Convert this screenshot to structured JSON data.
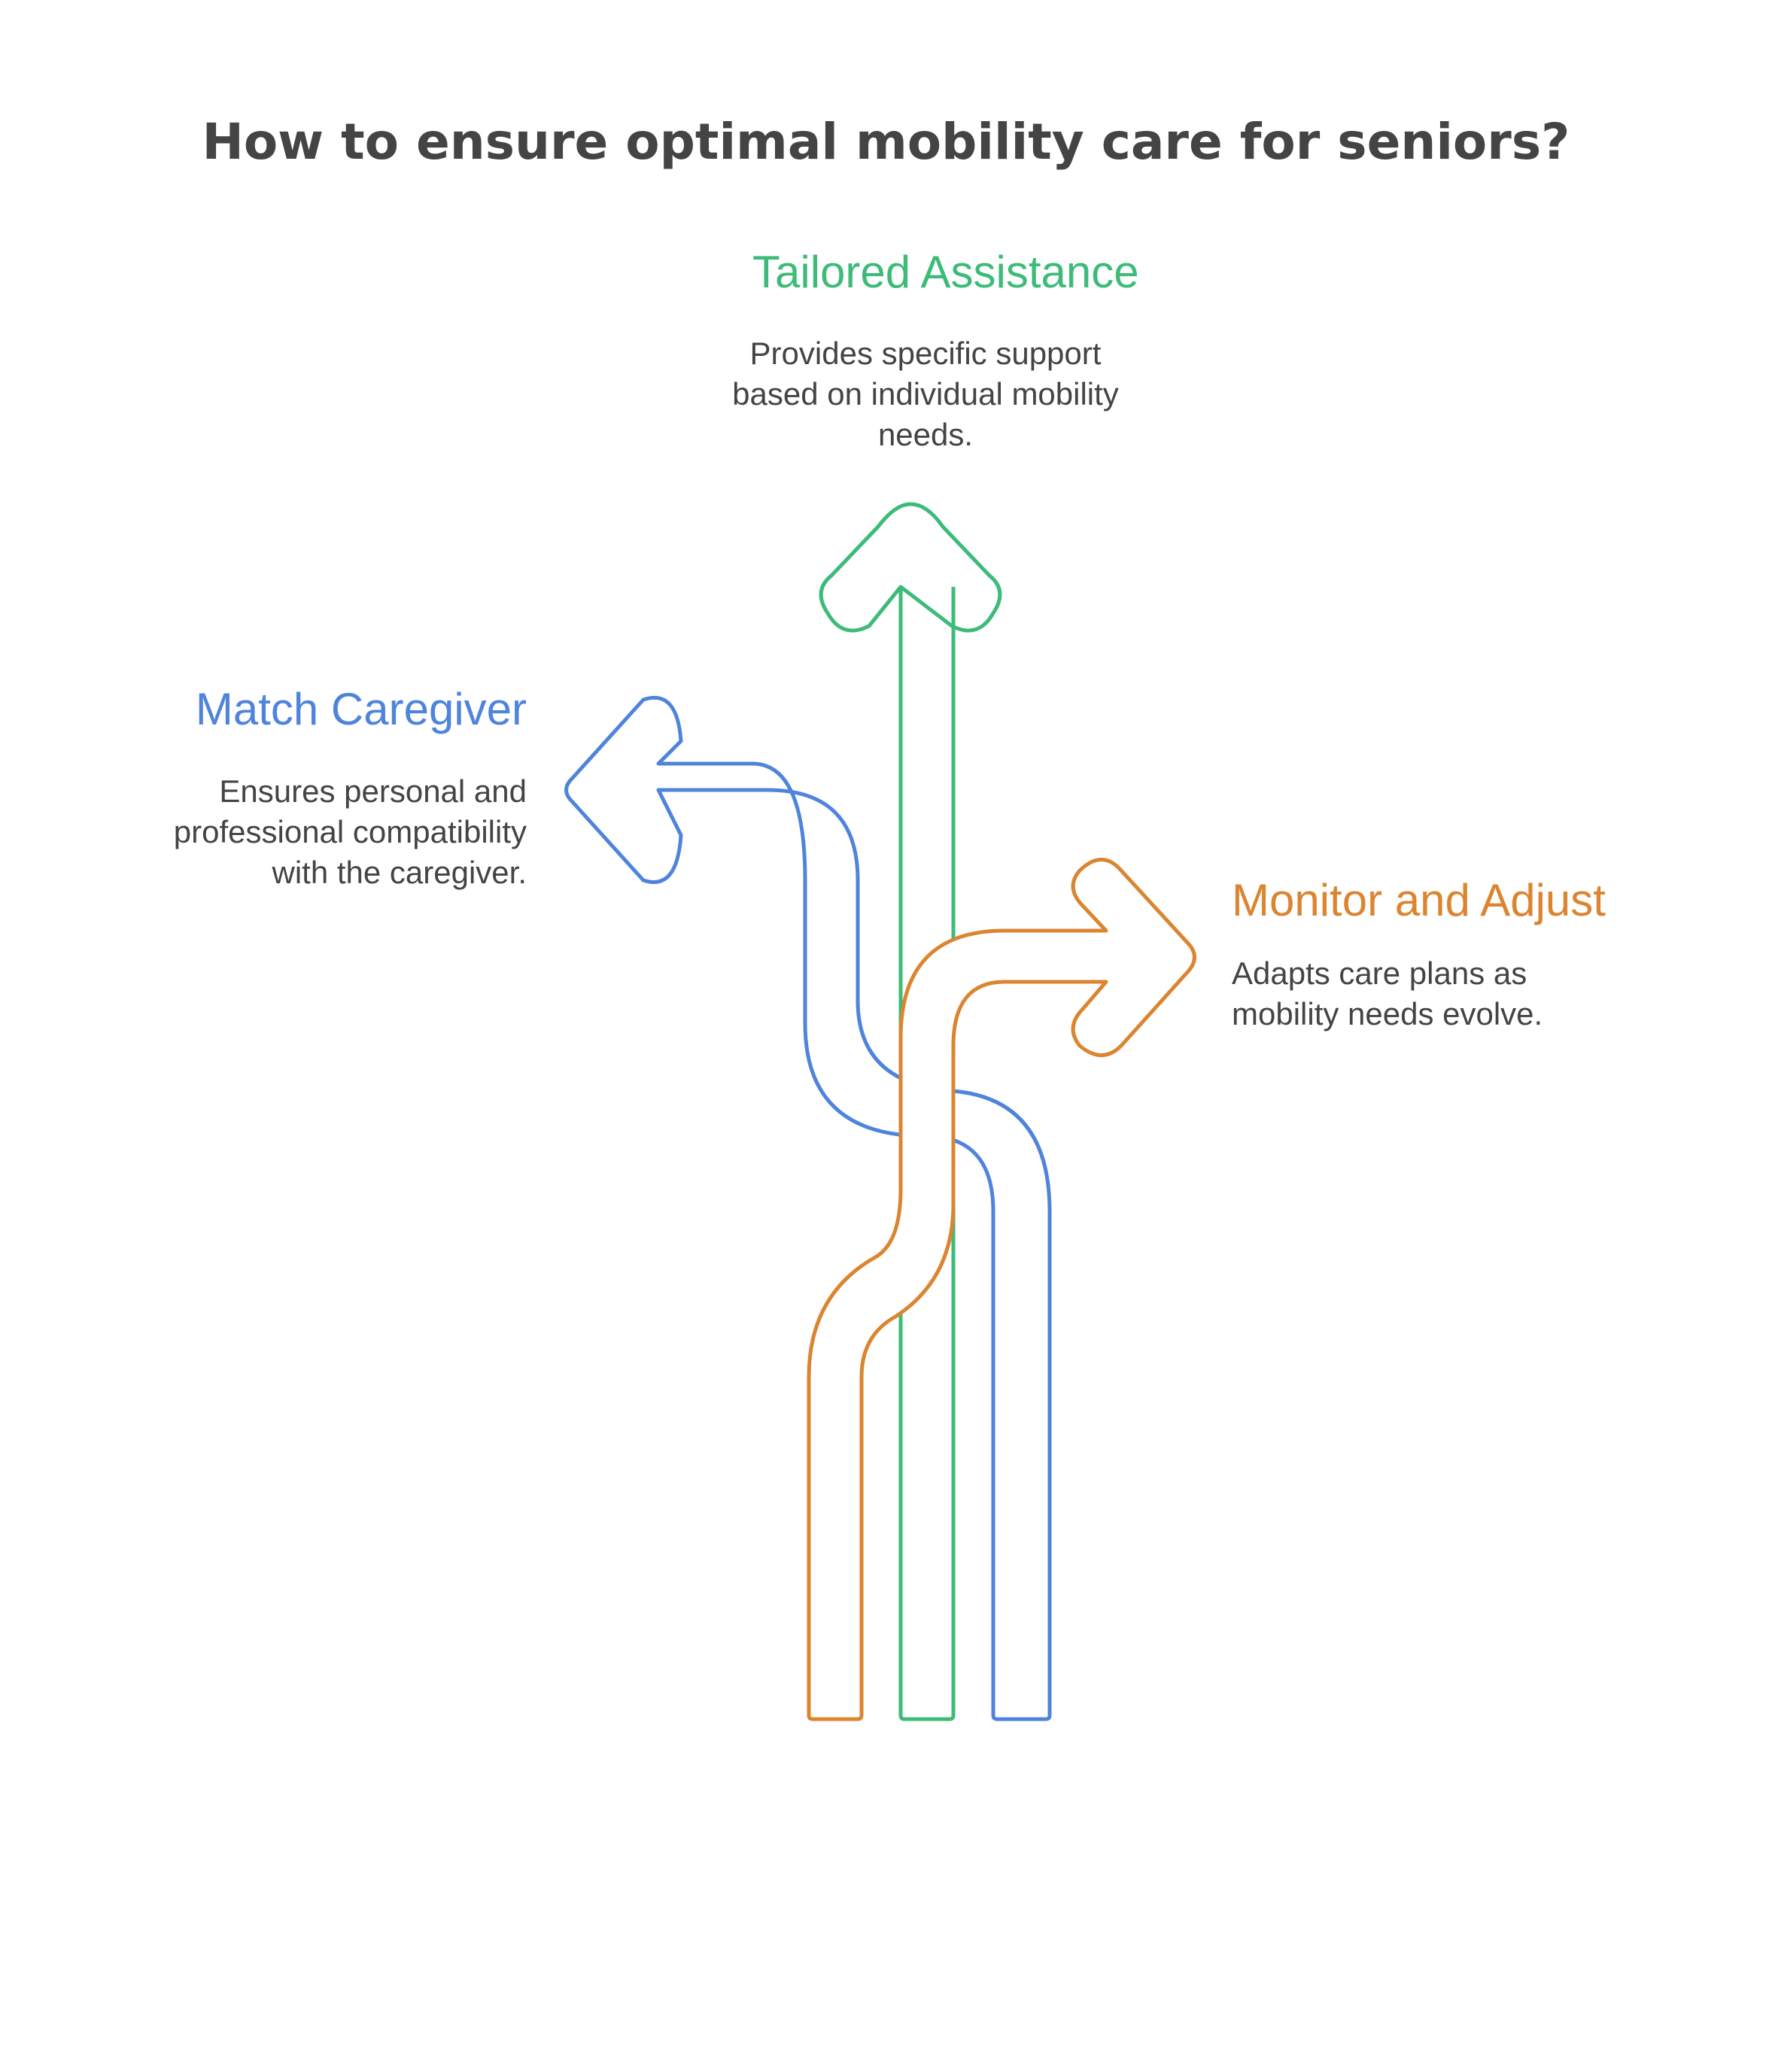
{
  "title": "How to ensure optimal mobility care for seniors?",
  "options": [
    {
      "key": "tailored",
      "heading": "Tailored Assistance",
      "description": "Provides specific support\nbased on individual mobility\nneeds.",
      "color": "#3dbb78"
    },
    {
      "key": "match",
      "heading": "Match Caregiver",
      "description": "Ensures personal and\nprofessional compatibility\nwith the caregiver.",
      "color": "#4f84dc"
    },
    {
      "key": "monitor",
      "heading": "Monitor and Adjust",
      "description": "Adapts care plans as\nmobility needs evolve.",
      "color": "#db8530"
    }
  ],
  "text_color": "#444444"
}
